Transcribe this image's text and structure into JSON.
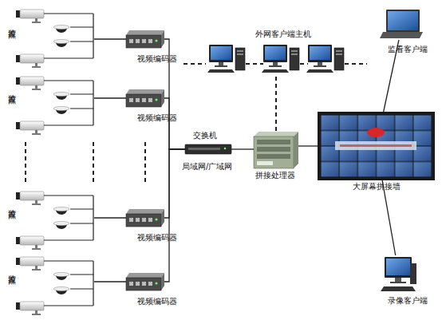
{
  "diagram": {
    "nodes": [
      {
        "text": [
          "监控点"
        ]
      },
      {
        "text": [
          "视频编码器"
        ]
      },
      {
        "text": [
          "监控点"
        ]
      },
      {
        "text": [
          "视频编码器"
        ]
      },
      {
        "text": [
          "监控点"
        ]
      },
      {
        "text": [
          "视频编码器"
        ]
      },
      {
        "text": [
          "监控点"
        ]
      },
      {
        "text": [
          "视频编码器"
        ]
      },
      {
        "text": [
          "外网客户端主机"
        ]
      },
      {
        "text": [
          "交换机",
          "局域网/广域网"
        ]
      },
      {
        "text": [
          "拼接处理器"
        ]
      },
      {
        "text": [
          "大屏幕拼接墙"
        ]
      },
      {
        "text": [
          "监看客户端"
        ]
      },
      {
        "text": [
          "录像客户端"
        ]
      }
    ],
    "edges": [
      {
        "from": 0,
        "to": 1,
        "arrow": "none"
      },
      {
        "from": 2,
        "to": 3,
        "arrow": "none"
      },
      {
        "from": 4,
        "to": 5,
        "arrow": "none"
      },
      {
        "from": 6,
        "to": 7,
        "arrow": "none"
      },
      {
        "from": 1,
        "to": 9,
        "arrow": "none"
      },
      {
        "from": 3,
        "to": 9,
        "arrow": "none"
      },
      {
        "from": 5,
        "to": 9,
        "arrow": "none"
      },
      {
        "from": 7,
        "to": 9,
        "arrow": "none"
      },
      {
        "from": 9,
        "to": 10,
        "arrow": "none"
      },
      {
        "from": 8,
        "to": 10,
        "arrow": "none"
      },
      {
        "from": 10,
        "to": 11,
        "arrow": "none"
      },
      {
        "from": 11,
        "to": 12,
        "arrow": "none"
      },
      {
        "from": 11,
        "to": 13,
        "arrow": "none"
      }
    ]
  }
}
